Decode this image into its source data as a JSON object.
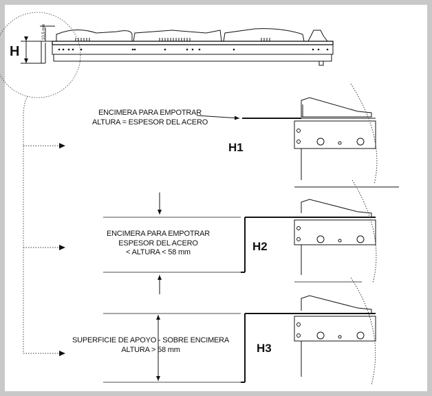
{
  "top_view": {
    "h_label": "H",
    "dimension": "10,5 mm"
  },
  "case_h1": {
    "tag": "H1",
    "line1": "ENCIMERA PARA EMPOTRAR",
    "line2": "ALTURA = ESPESOR DEL ACERO"
  },
  "case_h2": {
    "tag": "H2",
    "line1": "ENCIMERA PARA EMPOTRAR",
    "line2": "ESPESOR DEL ACERO",
    "line3": "< ALTURA < 58 mm"
  },
  "case_h3": {
    "tag": "H3",
    "line1": "SUPERFICIE DE APOYO - SOBRE ENCIMERA",
    "line2": "ALTURA > 58 mm"
  },
  "colors": {
    "frame": "#c8c8c8",
    "line": "#111111"
  }
}
